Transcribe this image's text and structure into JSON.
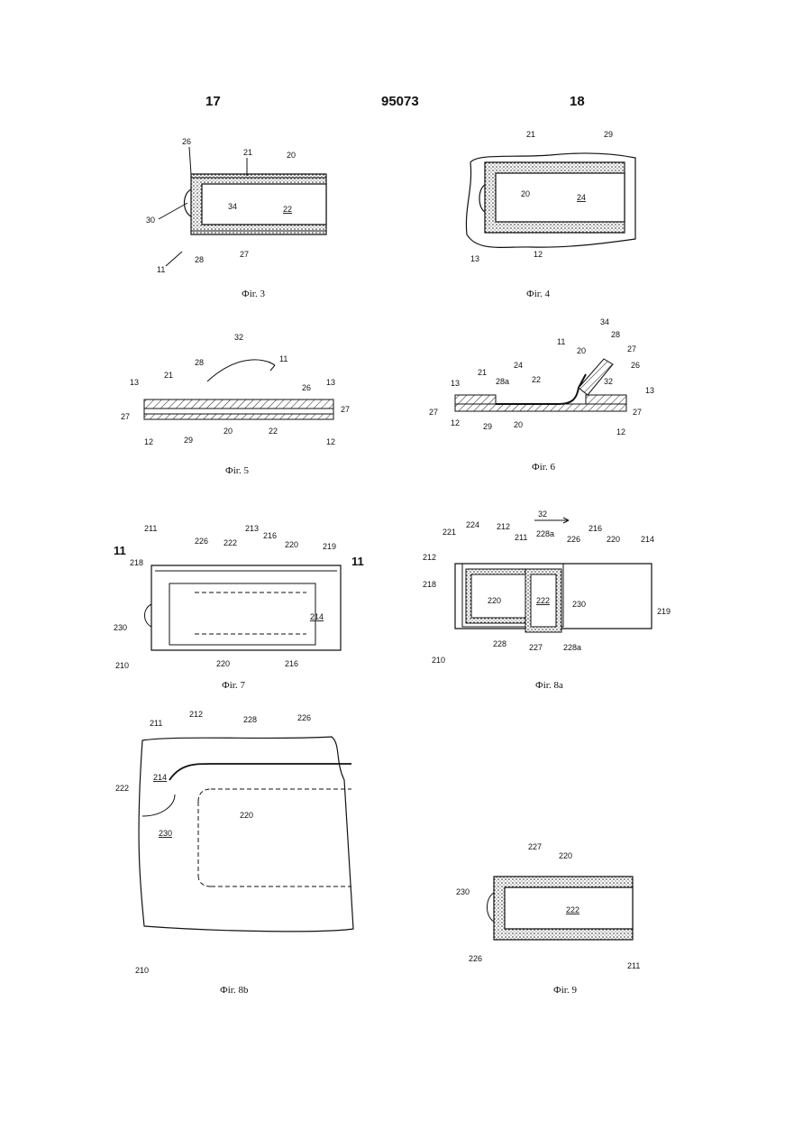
{
  "header": {
    "page_left": "17",
    "doc_number": "95073",
    "page_right": "18"
  },
  "captions": {
    "fig3": "Фіг. 3",
    "fig4": "Фіг. 4",
    "fig5": "Фіг. 5",
    "fig6": "Фіг. 6",
    "fig7": "Фіг. 7",
    "fig8a": "Фіг. 8а",
    "fig8b": "Фіг. 8b",
    "fig9": "Фіг. 9"
  },
  "labels": {
    "fig3": [
      "26",
      "21",
      "20",
      "34",
      "22",
      "30",
      "28",
      "27",
      "11"
    ],
    "fig4": [
      "21",
      "29",
      "20",
      "24",
      "13",
      "12"
    ],
    "fig5": [
      "32",
      "28",
      "11",
      "21",
      "26",
      "13",
      "13",
      "27",
      "27",
      "12",
      "29",
      "20",
      "22",
      "12"
    ],
    "fig6": [
      "34",
      "28",
      "11",
      "27",
      "20",
      "26",
      "24",
      "21",
      "28a",
      "22",
      "32",
      "13",
      "13",
      "27",
      "12",
      "29",
      "20",
      "27",
      "12"
    ],
    "fig7": [
      "211",
      "226",
      "222",
      "213",
      "216",
      "220",
      "219",
      "11",
      "218",
      "11",
      "230",
      "214",
      "210",
      "220",
      "216"
    ],
    "fig8a": [
      "32",
      "221",
      "224",
      "212",
      "211",
      "228a",
      "226",
      "216",
      "220",
      "214",
      "212",
      "218",
      "220",
      "230",
      "222",
      "219",
      "210",
      "228",
      "227",
      "228a"
    ],
    "fig8b": [
      "211",
      "212",
      "228",
      "226",
      "214",
      "222",
      "220",
      "230",
      "210"
    ],
    "fig9": [
      "227",
      "220",
      "230",
      "222",
      "226",
      "211"
    ]
  }
}
